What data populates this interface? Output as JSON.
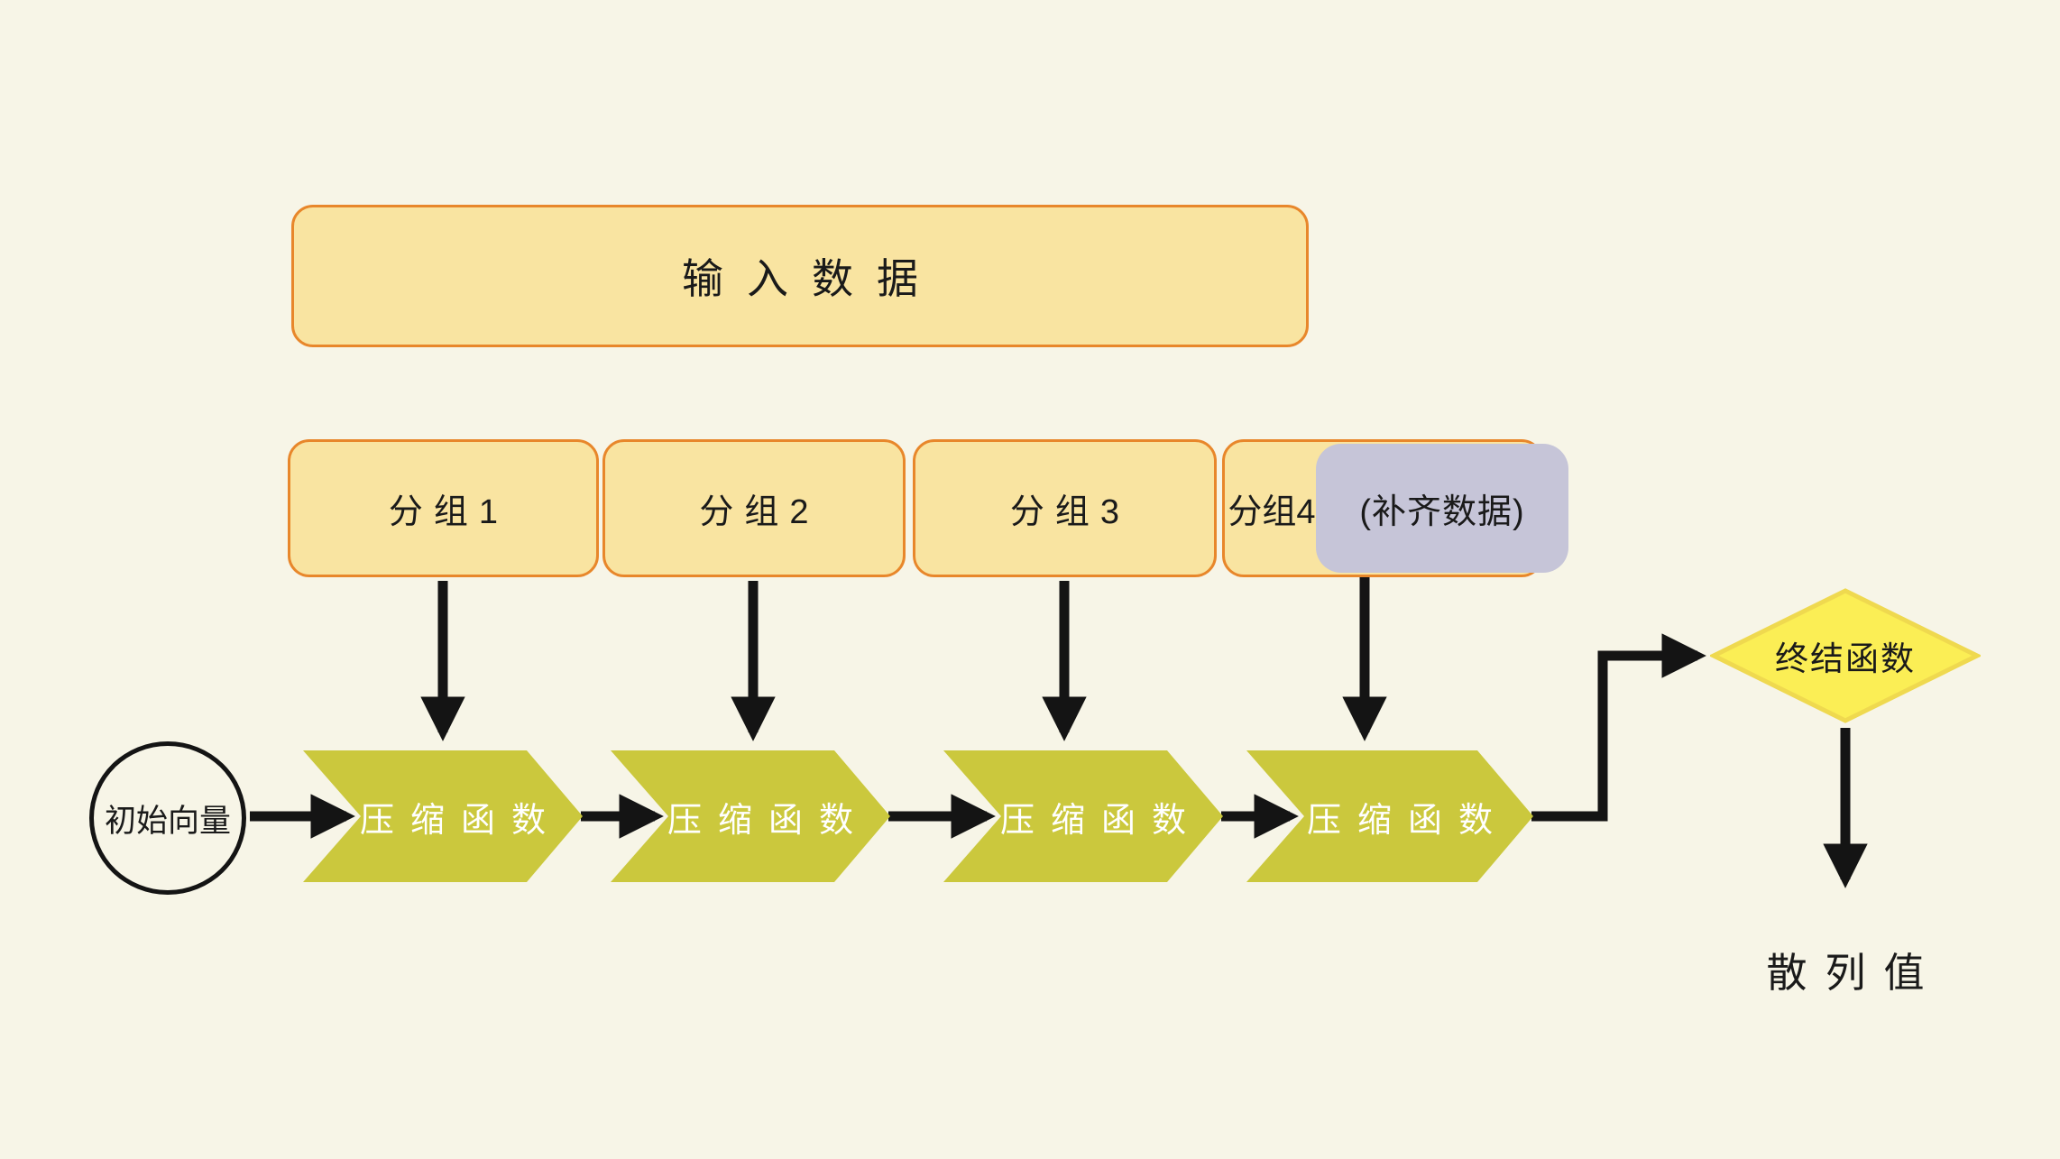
{
  "colors": {
    "background": "#F7F5E7",
    "data_box_fill": "#F9E4A1",
    "data_box_border": "#E8872B",
    "padding_box_fill": "#C6C5D8",
    "compression_fill": "#CBC83D",
    "compression_text": "#FFFFFF",
    "diamond_fill": "#FBEE55",
    "diamond_border": "#EFD94F",
    "line_color": "#141414",
    "text_color": "#1A1A1A"
  },
  "diagram": {
    "input_box": {
      "label": "输入数据"
    },
    "groups": [
      {
        "label": "分组1"
      },
      {
        "label": "分组2"
      },
      {
        "label": "分组3"
      },
      {
        "label": "分组4"
      }
    ],
    "padding_box": {
      "label": "(补齐数据)"
    },
    "initial_vector": {
      "label": "初始向量"
    },
    "compression_functions": [
      {
        "label": "压缩函数"
      },
      {
        "label": "压缩函数"
      },
      {
        "label": "压缩函数"
      },
      {
        "label": "压缩函数"
      }
    ],
    "final_function": {
      "label": "终结函数"
    },
    "hash_value": {
      "label": "散列值"
    }
  }
}
